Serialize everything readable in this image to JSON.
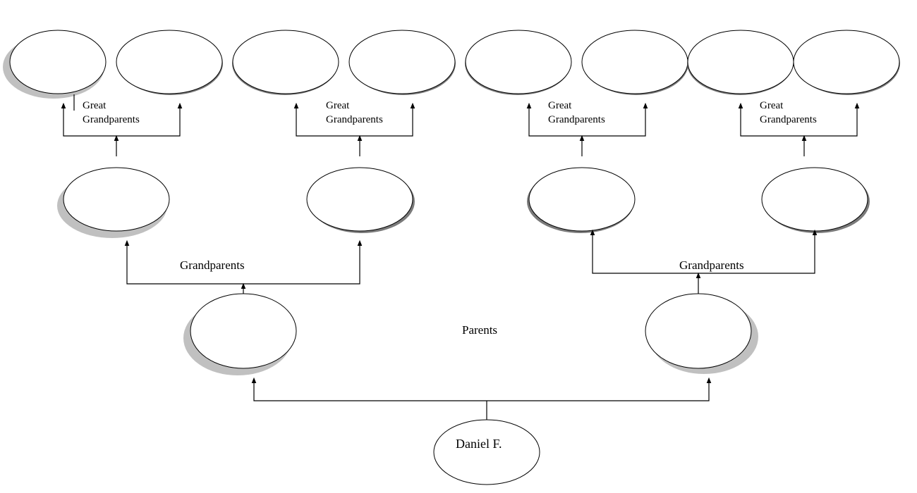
{
  "labels": {
    "great_grandparents_1": [
      "Great",
      "Grandparents"
    ],
    "great_grandparents_2": [
      "Great",
      "Grandparents"
    ],
    "great_grandparents_3": [
      "Great",
      "Grandparents"
    ],
    "great_grandparents_4": [
      "Great",
      "Grandparents"
    ],
    "grandparents_left": "Grandparents",
    "grandparents_right": "Grandparents",
    "parents": "Parents",
    "self_name": "Daniel F."
  },
  "colors": {
    "line": "#000000",
    "oval_fill": "#ffffff",
    "shadow_light": "#c0c0c0",
    "shadow_dark": "#7a7a7a"
  }
}
